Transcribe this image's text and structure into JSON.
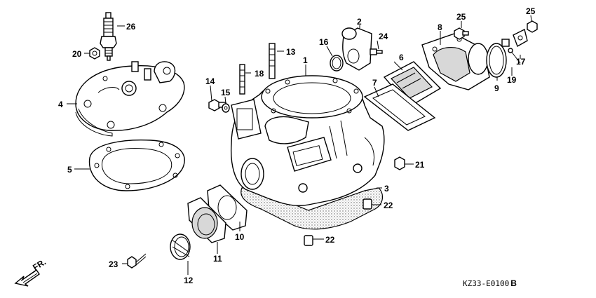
{
  "callouts": {
    "c1": "1",
    "c2": "2",
    "c3": "3",
    "c4": "4",
    "c5": "5",
    "c6": "6",
    "c7": "7",
    "c8": "8",
    "c9": "9",
    "c10": "10",
    "c11": "11",
    "c12": "12",
    "c13": "13",
    "c14": "14",
    "c15": "15",
    "c16": "16",
    "c17": "17",
    "c18": "18",
    "c19": "19",
    "c20": "20",
    "c21": "21",
    "c22a": "22",
    "c22b": "22",
    "c23": "23",
    "c24": "24",
    "c25a": "25",
    "c25b": "25",
    "c26": "26"
  },
  "direction_label": "FR.",
  "diagram_code": "KZ33-E0100",
  "diagram_code_suffix": "B"
}
